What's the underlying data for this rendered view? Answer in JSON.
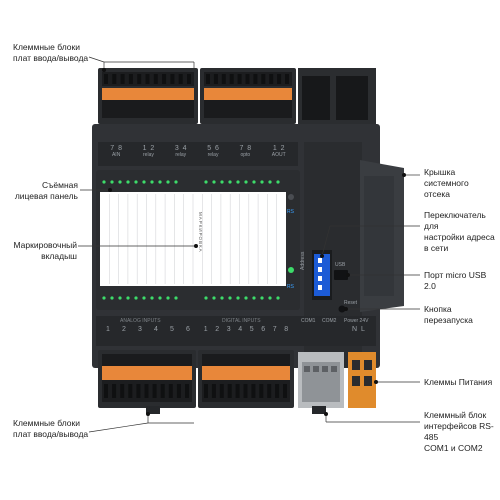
{
  "labels": {
    "io_top": "Клеммные блоки\nплат ввода/вывода",
    "front_panel": "Съёмная\nлицевая панель",
    "marking_insert": "Маркировочный\nвкладыш",
    "io_bottom": "Клеммные блоки\nплат ввода/вывода",
    "system_cover": "Крышка системного\nотсека",
    "address_switch": "Переключатель для\nнастройки адреса\nв сети",
    "usb_port": "Порт micro USB 2.0",
    "reset_button": "Кнопка перезапуска",
    "power_terminals": "Клеммы Питания",
    "rs485_terminals": "Клеммный блок\nинтерфейсов RS-485\nCOM1 и COM2"
  },
  "device": {
    "top_groups": [
      "AIN",
      "relay",
      "relay",
      "relay",
      "opto",
      "AOUT"
    ],
    "top_numbers": [
      "7  8",
      "1  2",
      "3  4",
      "5  6",
      "7  8",
      "1  2"
    ],
    "analog_inputs": "ANALOG INPUTS",
    "digital_inputs": "DIGITAL INPUTS",
    "analog_nums": [
      "1",
      "2",
      "3",
      "4",
      "5",
      "6"
    ],
    "digital_nums": [
      "1",
      "2",
      "3",
      "4",
      "5",
      "6",
      "7",
      "8"
    ],
    "com1": "COM1",
    "com2": "COM2",
    "power": "Power 24V",
    "n_l": "N  L",
    "address": "Address",
    "usb": "USB",
    "reset": "Reset",
    "rs": "RS",
    "side_vertical": "МАРКИРОВКА"
  }
}
